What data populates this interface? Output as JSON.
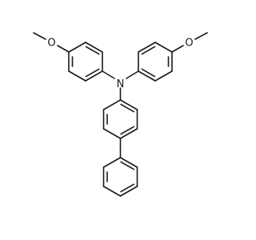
{
  "molecule": {
    "atoms": {
      "nitrogen": "N",
      "oxygen_left": "O",
      "oxygen_right": "O"
    }
  }
}
